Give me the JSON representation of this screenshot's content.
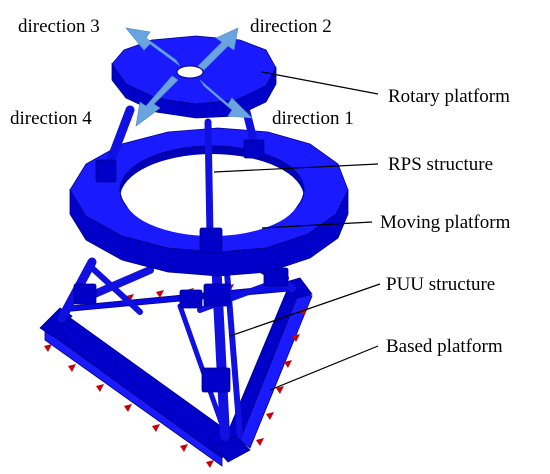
{
  "directions": {
    "d1": "direction 1",
    "d2": "direction 2",
    "d3": "direction 3",
    "d4": "direction 4"
  },
  "callouts": {
    "rotary": "Rotary platform",
    "rps": "RPS structure",
    "moving": "Moving platform",
    "puu": "PUU structure",
    "based": "Based platform"
  },
  "colors": {
    "mechanism": "#1a1aff",
    "arrows": "#6aa4e0",
    "constraints": "#c8000a"
  }
}
